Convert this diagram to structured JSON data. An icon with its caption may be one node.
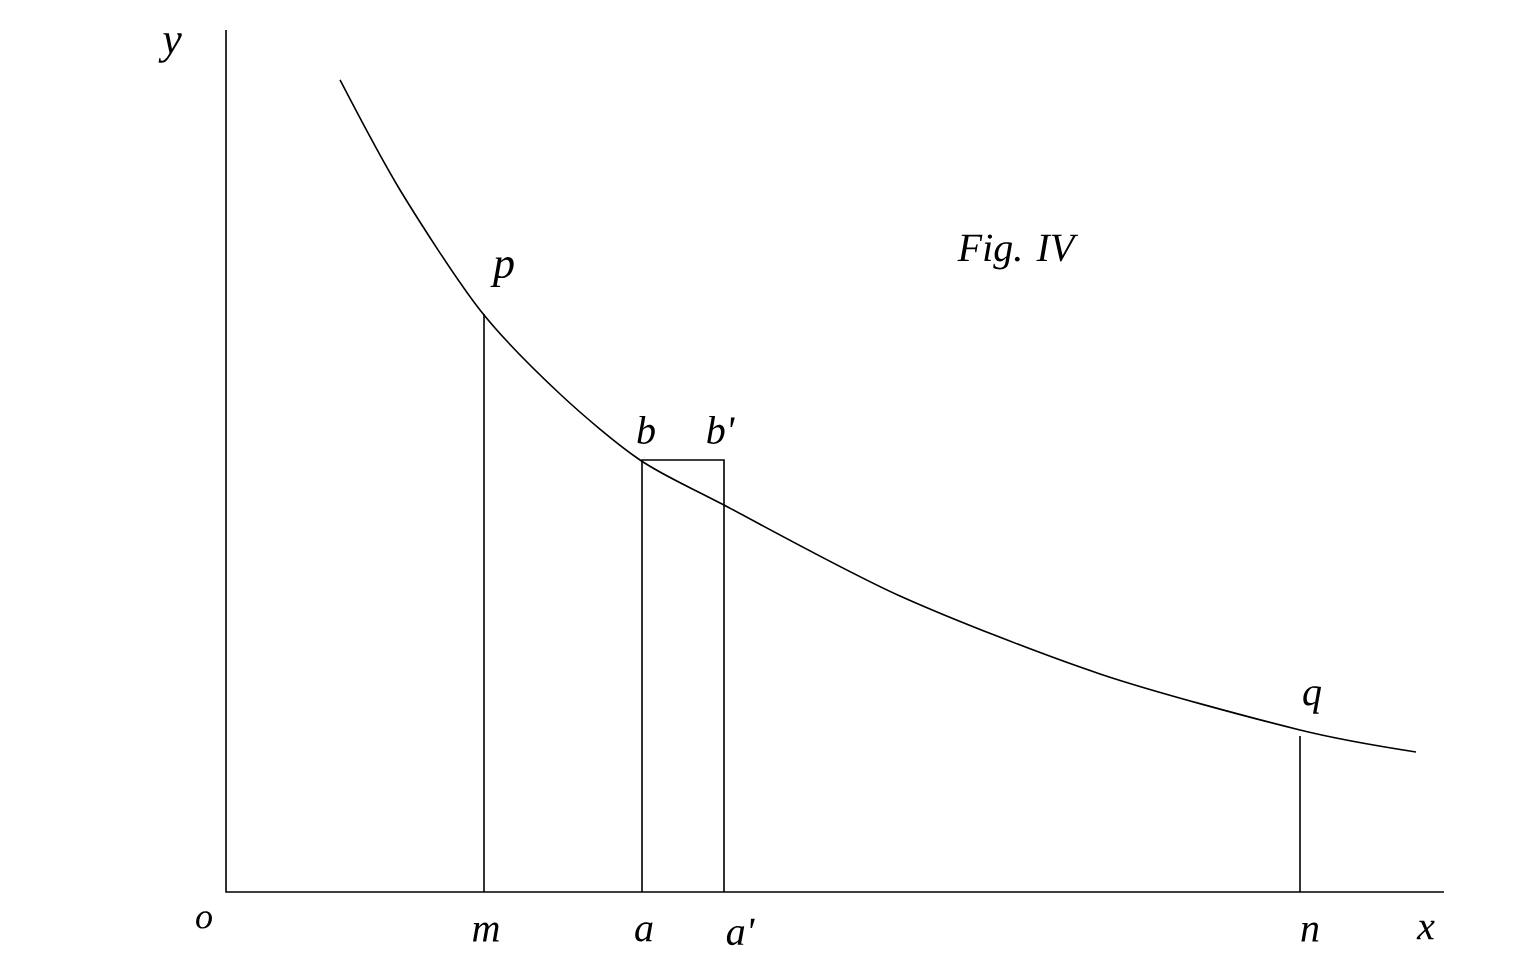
{
  "diagram": {
    "labels": [
      "y",
      "p",
      "Fig. IV",
      "b",
      "b'",
      "q",
      "o",
      "m",
      "a",
      "a'",
      "n",
      "x"
    ]
  }
}
